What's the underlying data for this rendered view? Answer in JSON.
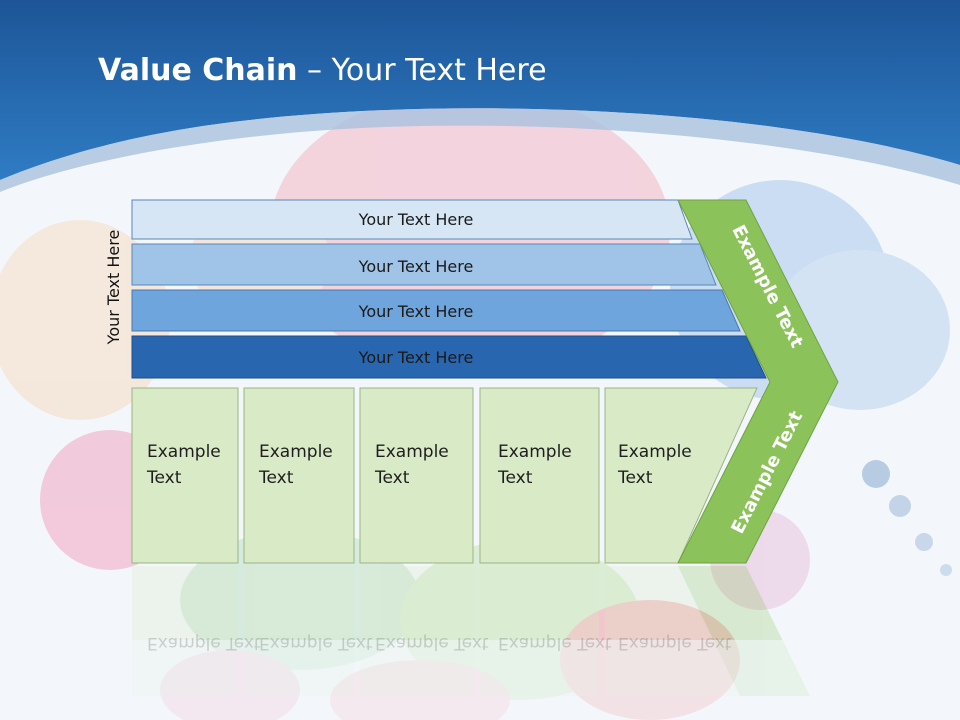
{
  "title": {
    "bold": "Value Chain",
    "rest": " – Your Text Here"
  },
  "side_label": "Your Text Here",
  "bands": [
    "Your Text Here",
    "Your Text Here",
    "Your Text Here",
    "Your Text Here"
  ],
  "columns": [
    {
      "line1": "Example",
      "line2": "Text"
    },
    {
      "line1": "Example",
      "line2": "Text"
    },
    {
      "line1": "Example",
      "line2": "Text"
    },
    {
      "line1": "Example",
      "line2": "Text"
    },
    {
      "line1": "Example",
      "line2": "Text"
    }
  ],
  "arrow": {
    "top_label": "Example Text",
    "bottom_label": "Example Text"
  },
  "colors": {
    "header_blue": "#2a6fb3",
    "band1": "#d6e6f5",
    "band2": "#9fc4e7",
    "band3": "#6fa5dd",
    "band4": "#2966b0",
    "column_fill": "#d9eac7",
    "arrow_green": "#8cc25a"
  }
}
